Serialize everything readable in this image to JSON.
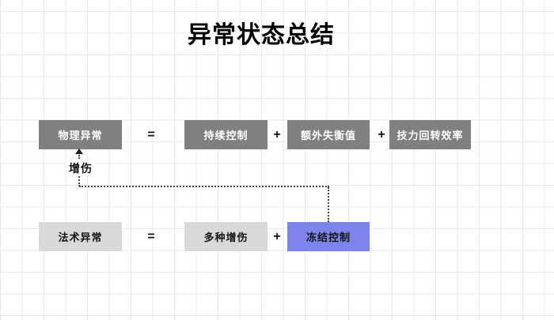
{
  "title": "异常状态总结",
  "colors": {
    "dark_box": "#808080",
    "light_box": "#d9d9d9",
    "blue_box": "#7d85ec",
    "grid_line": "#e9e9e9",
    "connector": "#454545"
  },
  "equation_top": {
    "lhs": "物理异常",
    "equals": "=",
    "plus": "+",
    "terms": [
      "持续控制",
      "额外失衡值",
      "技力回转效率"
    ]
  },
  "equation_bottom": {
    "lhs": "法术异常",
    "equals": "=",
    "plus": "+",
    "terms": [
      "多种增伤",
      "冻结控制"
    ]
  },
  "connector": {
    "label": "增伤"
  }
}
